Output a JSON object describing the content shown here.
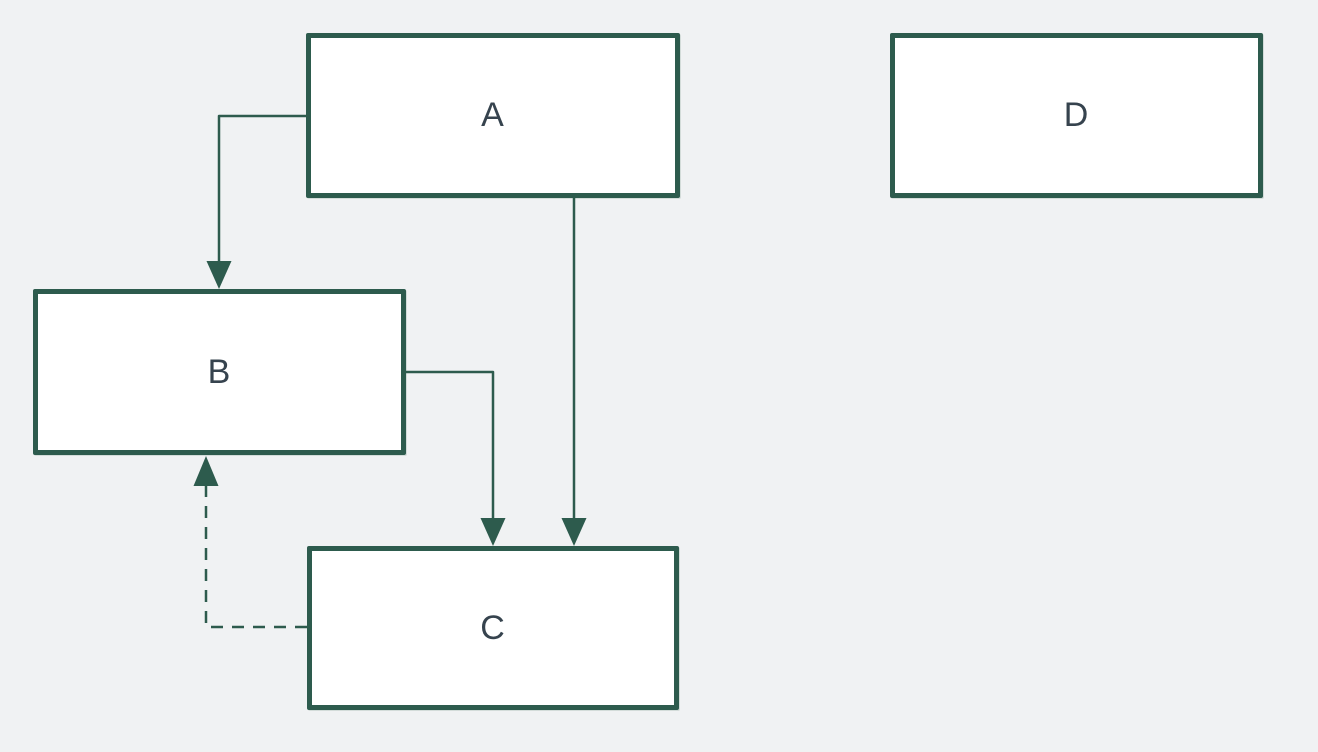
{
  "diagram": {
    "background_color": "#f0f2f3",
    "stroke_color": "#2d5b4d",
    "node_fill_color": "#ffffff",
    "label_color": "#36434e",
    "nodes": [
      {
        "id": "A",
        "label": "A"
      },
      {
        "id": "B",
        "label": "B"
      },
      {
        "id": "C",
        "label": "C"
      },
      {
        "id": "D",
        "label": "D"
      }
    ],
    "edges": [
      {
        "from": "A",
        "to": "B",
        "style": "solid",
        "arrow": "target"
      },
      {
        "from": "A",
        "to": "C",
        "style": "solid",
        "arrow": "target"
      },
      {
        "from": "B",
        "to": "C",
        "style": "solid",
        "arrow": "target"
      },
      {
        "from": "C",
        "to": "B",
        "style": "dashed",
        "arrow": "target"
      }
    ]
  }
}
